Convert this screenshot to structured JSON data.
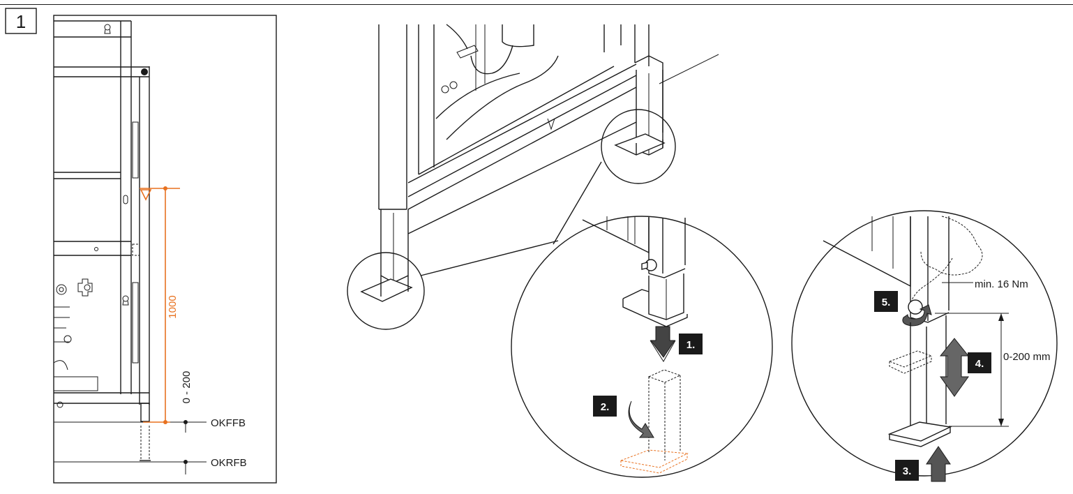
{
  "figure": {
    "panel_number": "1",
    "dimension_height": "1000",
    "dimension_range": "0 - 200",
    "level_finished_floor": "OKFFB",
    "level_raw_floor": "OKRFB",
    "adjust_range": "0-200 mm",
    "torque": "min. 16 Nm",
    "steps": [
      "1.",
      "2.",
      "3.",
      "4.",
      "5."
    ],
    "colors": {
      "accent": "#e8711f",
      "ink": "#1a1a1a",
      "badge": "#1a1a1a"
    }
  }
}
